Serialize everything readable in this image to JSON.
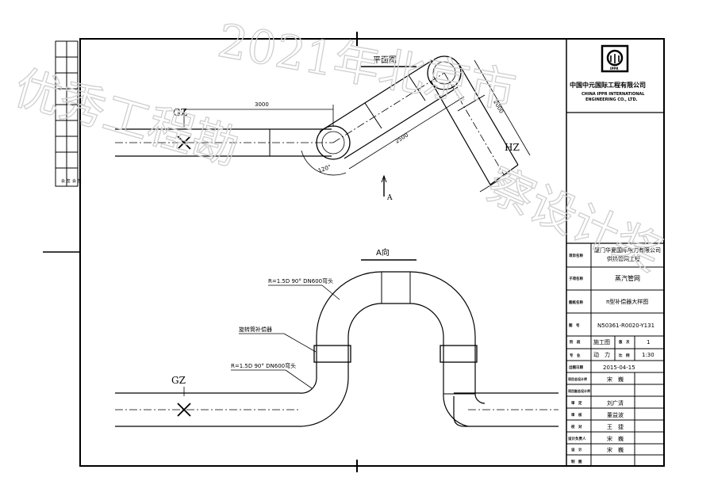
{
  "watermark": {
    "left": "优秀工程勘",
    "middle": "2021年北京市",
    "right": "察设计奖"
  },
  "drawing": {
    "plan": {
      "title": "平面图",
      "start_label": "GZ",
      "end_label": "HZ",
      "dim_straight": "3000",
      "dim_diagonal": "2500",
      "dim_upper": "2000",
      "angle": "120°",
      "view_marker": "A"
    },
    "elevation": {
      "title": "A向",
      "start_label": "GZ",
      "note_elbow_top": "R=1.5D 90° DN600弯头",
      "note_compensator": "旋转筒补偿器",
      "note_elbow_bottom": "R=1.5D 90° DN600弯头"
    },
    "left_margin_label": "会 签"
  },
  "title_block": {
    "logo_text": "IPPR",
    "company_cn": "中国中元国际工程有限公司",
    "company_en_1": "CHINA IPPR INTERNATIONAL",
    "company_en_2": "ENGINEERING CO., LTD.",
    "project_label": "项目名称",
    "project_value_1": "厦门华夏国际电力有限公司",
    "project_value_2": "供热管网工程",
    "subitem_label": "子项名称",
    "subitem_value": "蒸汽管网",
    "drawing_label": "图纸名称",
    "drawing_value": "π型补偿器大样图",
    "number_label": "图　号",
    "number_value": "N50361-R0020-Y131",
    "stage_label": "阶　段",
    "stage_value": "施工图",
    "version_label": "版　次",
    "version_value": "1",
    "discipline_label": "专　业",
    "discipline_value": "动　力",
    "scale_label": "比　例",
    "scale_value": "1:30",
    "date_label": "出图日期",
    "date_value": "2015-04-15",
    "roles": [
      {
        "label": "项目总设计师",
        "name": "宋　巍"
      },
      {
        "label": "项目副总设计师",
        "name": ""
      },
      {
        "label": "审　定",
        "name": "刘广清"
      },
      {
        "label": "审　核",
        "name": "董益波"
      },
      {
        "label": "校　对",
        "name": "王　捷"
      },
      {
        "label": "设计负责人",
        "name": "宋　巍"
      },
      {
        "label": "设　计",
        "name": "宋　巍"
      },
      {
        "label": "制　图",
        "name": ""
      }
    ]
  }
}
